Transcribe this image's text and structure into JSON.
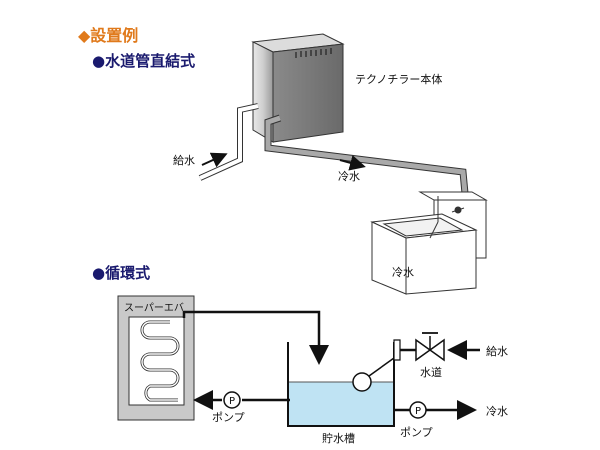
{
  "header": {
    "title": "◆設置例"
  },
  "section1": {
    "heading": "●水道管直結式",
    "unit_label": "テクノチラー本体",
    "feed_label": "給水",
    "chilled_label": "冷水",
    "sink_label": "冷水"
  },
  "section2": {
    "heading": "●循環式",
    "evaporator_label": "スーパーエバ",
    "pump_left_label": "ポンプ",
    "pump_right_label": "ポンプ",
    "tank_label": "貯水槽",
    "tap_label": "水道",
    "feed_label": "給水",
    "chilled_label": "冷水",
    "pump_symbol": "P"
  },
  "colors": {
    "title": "#e07a1c",
    "heading": "#1a1a6e",
    "water": "#bfe3f3",
    "panel": "#c9c9c9"
  }
}
